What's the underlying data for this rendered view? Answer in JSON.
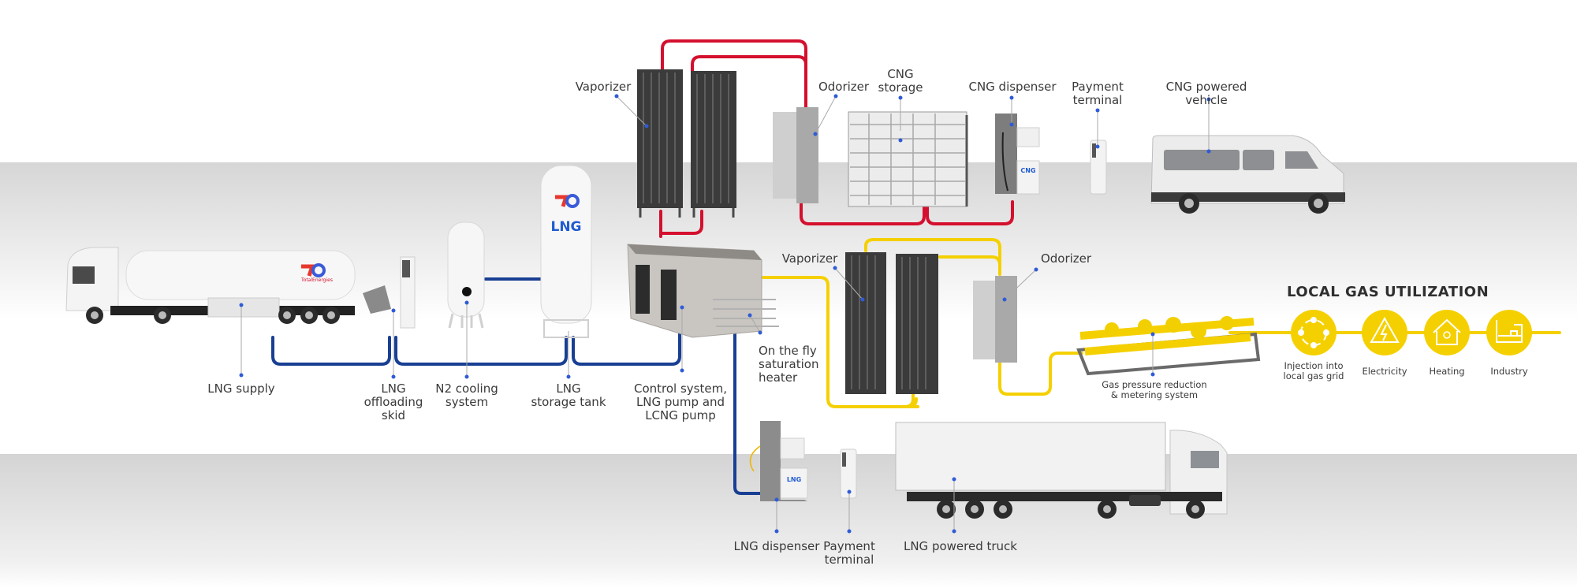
{
  "colors": {
    "cng_pipe": "#d4102e",
    "lng_pipe": "#183f93",
    "gas_pipe": "#f5d000",
    "marker": "#2f5bd6",
    "brand_lng_text": "#1f5bd1"
  },
  "components": {
    "lng_supply": "LNG supply",
    "lng_offloading_skid": "LNG\noffloading\nskid",
    "n2_cooling": "N2 cooling\nsystem",
    "lng_storage_tank": "LNG\nstorage tank",
    "control_system": "Control system,\nLNG pump and\nLCNG pump",
    "saturation_heater": "On the fly\nsaturation\nheater",
    "vaporizer_cng": "Vaporizer",
    "odorizer_cng": "Odorizer",
    "cng_storage": "CNG\nstorage",
    "cng_dispenser": "CNG dispenser",
    "payment_terminal_cng": "Payment\nterminal",
    "cng_vehicle": "CNG powered vehicle",
    "vaporizer_gas": "Vaporizer",
    "odorizer_gas": "Odorizer",
    "gas_pressure_reduction": "Gas pressure reduction\n& metering system",
    "lng_dispenser": "LNG dispenser",
    "payment_terminal_lng": "Payment\nterminal",
    "lng_truck": "LNG powered truck"
  },
  "tank_badge": "LNG",
  "dispenser_cng_badge": "CNG",
  "dispenser_lng_badge": "LNG",
  "brand": "TotalEnergies",
  "local_gas": {
    "title": "LOCAL GAS UTILIZATION",
    "uses": [
      {
        "label": "Injection into\nlocal gas grid",
        "icon": "gas-grid-icon"
      },
      {
        "label": "Electricity",
        "icon": "electricity-icon"
      },
      {
        "label": "Heating",
        "icon": "heating-icon"
      },
      {
        "label": "Industry",
        "icon": "industry-icon"
      }
    ]
  }
}
